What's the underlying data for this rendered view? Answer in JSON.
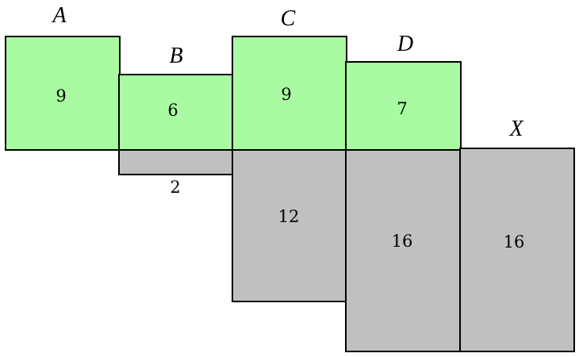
{
  "columns": [
    {
      "name": "A",
      "top": "9",
      "bottom": null
    },
    {
      "name": "B",
      "top": "6",
      "bottom": "2"
    },
    {
      "name": "C",
      "top": "9",
      "bottom": "12"
    },
    {
      "name": "D",
      "top": "7",
      "bottom": "16"
    },
    {
      "name": "X",
      "top": null,
      "bottom": "16"
    }
  ],
  "colors": {
    "top": "#a9fba1",
    "bottom": "#c0c0c0"
  }
}
